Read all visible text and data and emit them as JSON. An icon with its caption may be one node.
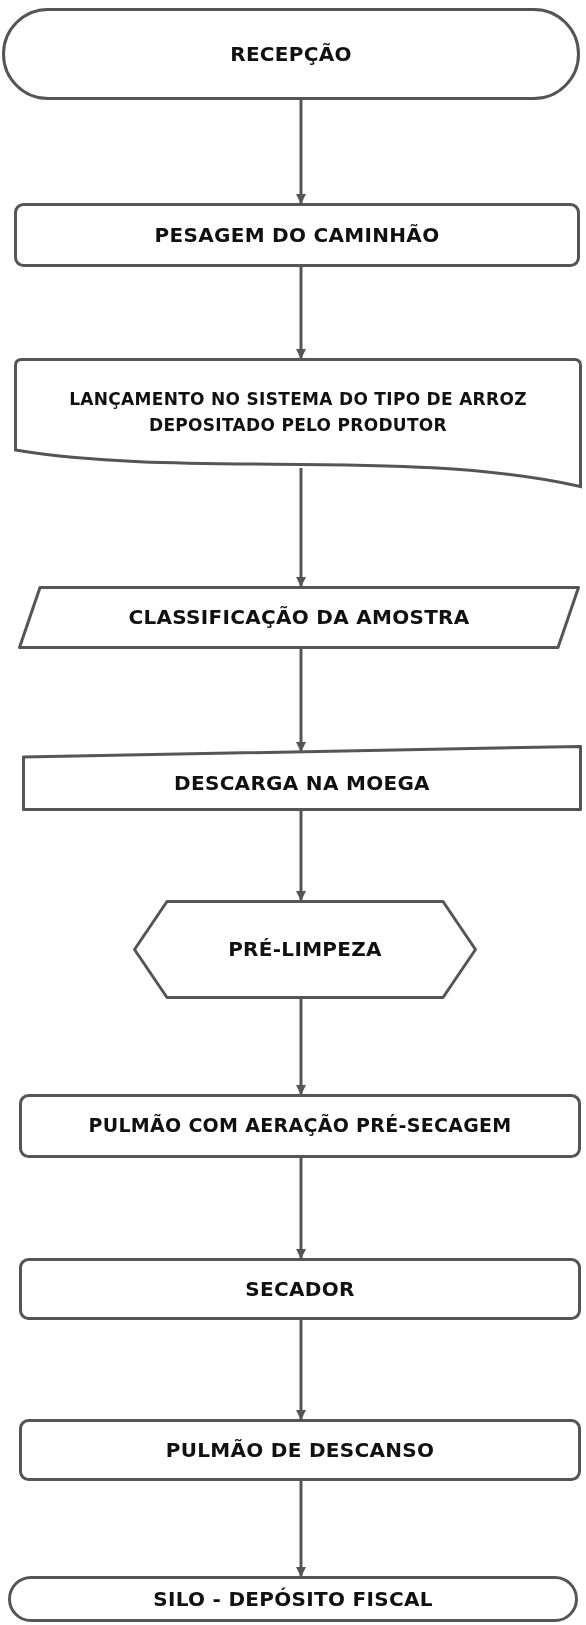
{
  "diagram": {
    "nodes": [
      {
        "text": [
          "RECEPÇÃO"
        ]
      },
      {
        "text": [
          "PESAGEM DO CAMINHÃO"
        ]
      },
      {
        "text": [
          "LANÇAMENTO NO SISTEMA DO TIPO DE ARROZ DEPOSITADO PELO PRODUTOR"
        ]
      },
      {
        "text": [
          "CLASSIFICAÇÃO DA AMOSTRA"
        ]
      },
      {
        "text": [
          "DESCARGA NA MOEGA"
        ]
      },
      {
        "text": [
          "PRÉ-LIMPEZA"
        ]
      },
      {
        "text": [
          "PULMÃO COM AERAÇÃO PRÉ-SECAGEM"
        ]
      },
      {
        "text": [
          "SECADOR"
        ]
      },
      {
        "text": [
          "PULMÃO DE DESCANSO"
        ]
      },
      {
        "text": [
          "SILO - DEPÓSITO FISCAL"
        ]
      }
    ],
    "edges": [
      {
        "from": 0,
        "to": 1,
        "arrow": "to"
      },
      {
        "from": 1,
        "to": 2,
        "arrow": "to"
      },
      {
        "from": 2,
        "to": 3,
        "arrow": "to"
      },
      {
        "from": 3,
        "to": 4,
        "arrow": "to"
      },
      {
        "from": 4,
        "to": 5,
        "arrow": "to"
      },
      {
        "from": 5,
        "to": 6,
        "arrow": "to"
      },
      {
        "from": 6,
        "to": 7,
        "arrow": "to"
      },
      {
        "from": 7,
        "to": 8,
        "arrow": "to"
      },
      {
        "from": 8,
        "to": 9,
        "arrow": "to"
      }
    ]
  }
}
